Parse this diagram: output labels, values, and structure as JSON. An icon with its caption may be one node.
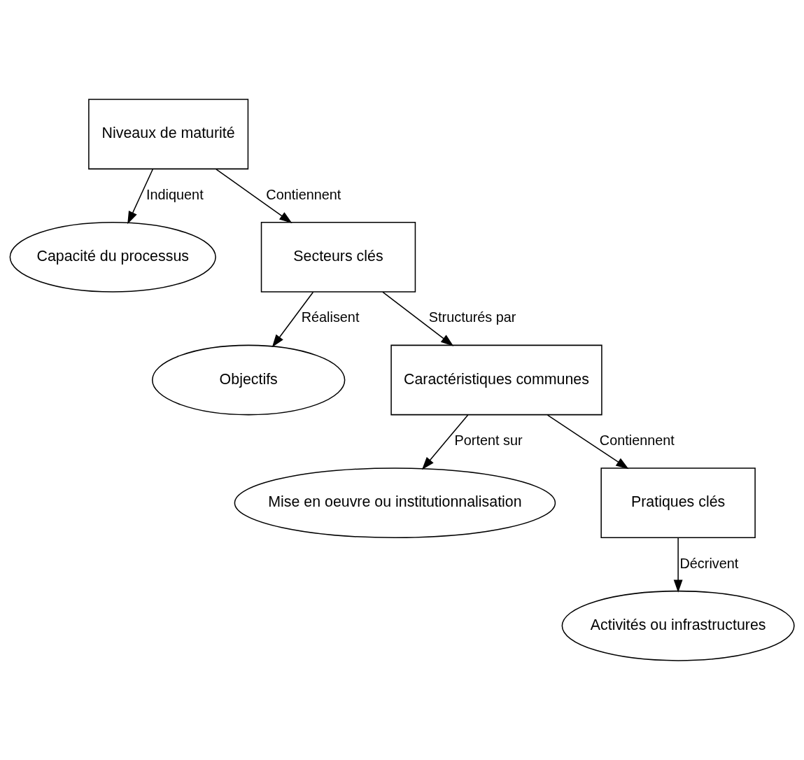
{
  "diagram": {
    "nodes": [
      {
        "text": [
          "Niveaux de maturité"
        ]
      },
      {
        "text": [
          "Capacité du processus"
        ]
      },
      {
        "text": [
          "Secteurs clés"
        ]
      },
      {
        "text": [
          "Objectifs"
        ]
      },
      {
        "text": [
          "Caractéristiques communes"
        ]
      },
      {
        "text": [
          "Mise en oeuvre ou institutionnalisation"
        ]
      },
      {
        "text": [
          "Pratiques clés"
        ]
      },
      {
        "text": [
          "Activités ou infrastructures"
        ]
      }
    ],
    "edges": [
      {
        "from": 0,
        "to": 1,
        "arrow": "to",
        "label": "Indiquent"
      },
      {
        "from": 0,
        "to": 2,
        "arrow": "to",
        "label": "Contiennent"
      },
      {
        "from": 2,
        "to": 3,
        "arrow": "to",
        "label": "Réalisent"
      },
      {
        "from": 2,
        "to": 4,
        "arrow": "to",
        "label": "Structurés par"
      },
      {
        "from": 4,
        "to": 5,
        "arrow": "to",
        "label": "Portent sur"
      },
      {
        "from": 4,
        "to": 6,
        "arrow": "to",
        "label": "Contiennent"
      },
      {
        "from": 6,
        "to": 7,
        "arrow": "to",
        "label": "Décrivent"
      }
    ]
  }
}
